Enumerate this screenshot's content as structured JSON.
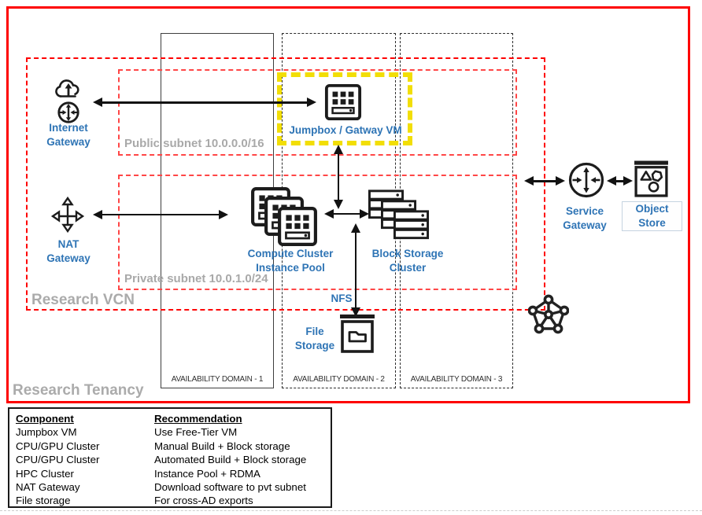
{
  "colors": {
    "tenancy_border": "#FE0000",
    "subnet_border": "#FF4646",
    "highlight_border": "#F2DE06",
    "label_blue": "#2E74B5",
    "label_gray": "#ABABAB",
    "icon_dark": "#1C1C1C"
  },
  "diagram": {
    "tenancy_label": "Research Tenancy",
    "vcn_label": "Research VCN",
    "public_subnet_label": "Public subnet 10.0.0.0/16",
    "private_subnet_label": "Private subnet 10.0.1.0/24",
    "nfs_label": "NFS",
    "availability_domains": [
      {
        "label": "AVAILABILITY DOMAIN - 1"
      },
      {
        "label": "AVAILABILITY DOMAIN - 2"
      },
      {
        "label": "AVAILABILITY DOMAIN - 3"
      }
    ],
    "nodes": {
      "internet_gateway": {
        "label": "Internet\nGateway"
      },
      "nat_gateway": {
        "label": "NAT\nGateway"
      },
      "jumpbox": {
        "label": "Jumpbox / Gatway VM"
      },
      "compute_cluster": {
        "label": "Compute Cluster\nInstance Pool"
      },
      "block_storage": {
        "label": "Block Storage\nCluster"
      },
      "file_storage": {
        "label": "File\nStorage"
      },
      "service_gateway": {
        "label": "Service\nGateway"
      },
      "object_store": {
        "label": "Object\nStore"
      }
    }
  },
  "table": {
    "headers": [
      "Component",
      "Recommendation"
    ],
    "rows": [
      {
        "component": "Jumpbox VM",
        "recommendation": "Use Free-Tier VM"
      },
      {
        "component": "CPU/GPU Cluster",
        "recommendation": "Manual Build + Block storage"
      },
      {
        "component": "CPU/GPU Cluster",
        "recommendation": "Automated Build + Block storage"
      },
      {
        "component": "HPC Cluster",
        "recommendation": "Instance Pool + RDMA"
      },
      {
        "component": "NAT Gateway",
        "recommendation": "Download software to pvt subnet"
      },
      {
        "component": "File storage",
        "recommendation": "For cross-AD exports"
      }
    ]
  }
}
